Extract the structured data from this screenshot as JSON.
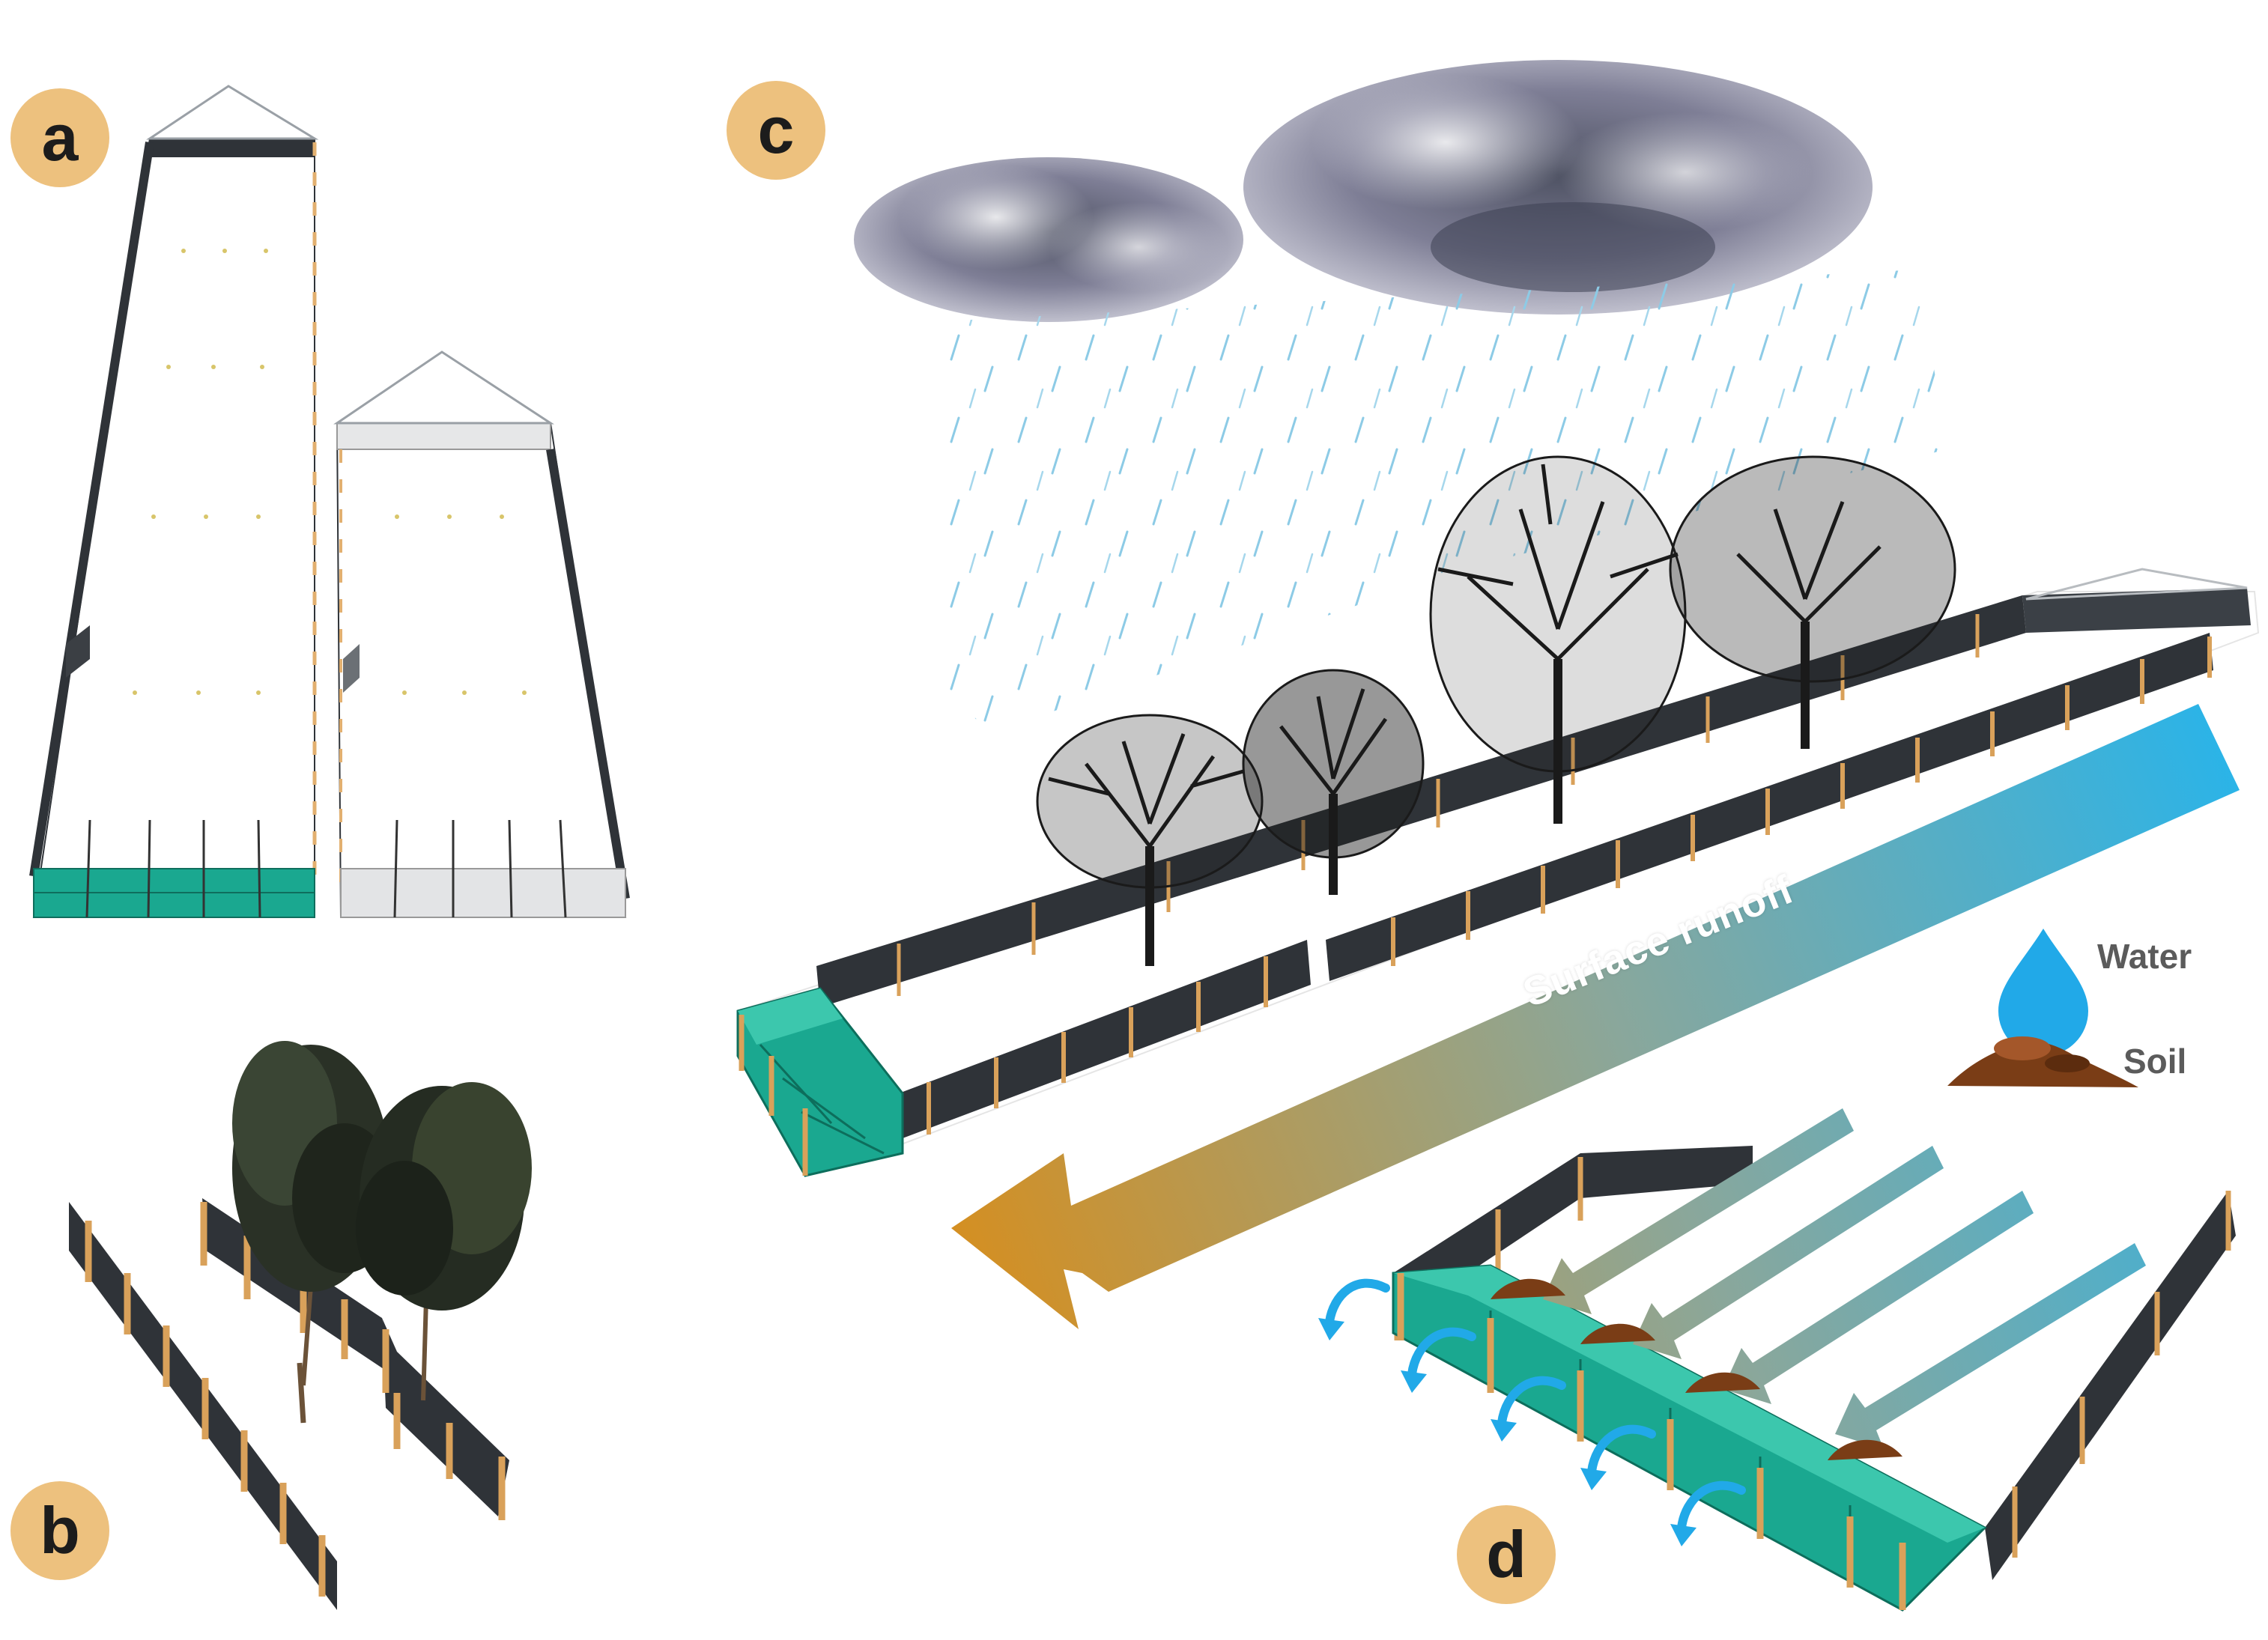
{
  "panels": {
    "a": "a",
    "b": "b",
    "c": "c",
    "d": "d"
  },
  "labels": {
    "surface_runoff": "Surface runoff",
    "water": "Water",
    "soil": "Soil"
  },
  "colors": {
    "fence": "#2f3338",
    "post": "#d9a15a",
    "trap": "#1aa890",
    "trap_light": "#3cc7ad",
    "rain": "#7fc8e6",
    "water": "#21a9e8",
    "soil": "#7a3d16",
    "runoff_start": "#28b4ea",
    "runoff_end": "#d48f22",
    "badge": "#EDC17E"
  },
  "icons": {
    "water": "water-drop-icon",
    "soil": "soil-pile-icon"
  }
}
